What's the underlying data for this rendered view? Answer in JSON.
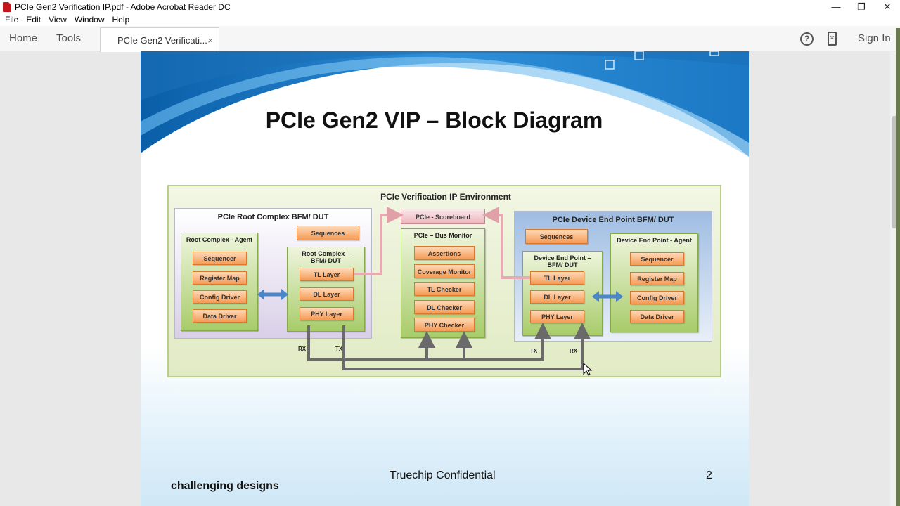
{
  "window": {
    "title": "PCIe Gen2 Verification IP.pdf - Adobe Acrobat Reader DC",
    "controls": {
      "minimize": "—",
      "restore": "❐",
      "close": "✕"
    }
  },
  "menu": [
    "File",
    "Edit",
    "View",
    "Window",
    "Help"
  ],
  "toolbar": {
    "home": "Home",
    "tools": "Tools",
    "doc_tab": "PCIe Gen2 Verificati...",
    "doc_tab_close": "×",
    "help": "?",
    "sign_in": "Sign In"
  },
  "slide": {
    "title": "PCIe Gen2 VIP – Block Diagram",
    "footer_confidential": "Truechip Confidential",
    "page_number": "2",
    "footer_tagline": "challenging designs"
  },
  "diagram": {
    "env_title": "PCIe Verification IP Environment",
    "root_panel_title": "PCIe Root Complex BFM/ DUT",
    "root_agent_title": "Root Complex - Agent",
    "root_agent_items": [
      "Sequencer",
      "Register Map",
      "Config Driver",
      "Data Driver"
    ],
    "root_sequences": "Sequences",
    "root_bfm_title": "Root Complex – BFM/ DUT",
    "root_bfm_items": [
      "TL Layer",
      "DL Layer",
      "PHY Layer"
    ],
    "scoreboard": "PCIe - Scoreboard",
    "monitor_title": "PCIe – Bus Monitor",
    "monitor_items": [
      "Assertions",
      "Coverage Monitor",
      "TL Checker",
      "DL Checker",
      "PHY Checker"
    ],
    "device_panel_title": "PCIe Device End Point BFM/ DUT",
    "device_sequences": "Sequences",
    "device_bfm_title": "Device End Point – BFM/ DUT",
    "device_bfm_items": [
      "TL Layer",
      "DL Layer",
      "PHY Layer"
    ],
    "device_agent_title": "Device End Point - Agent",
    "device_agent_items": [
      "Sequencer",
      "Register Map",
      "Config Driver",
      "Data Driver"
    ],
    "labels": {
      "rc_rx": "RX",
      "rc_tx": "TX",
      "ep_tx": "TX",
      "ep_rx": "RX"
    }
  }
}
